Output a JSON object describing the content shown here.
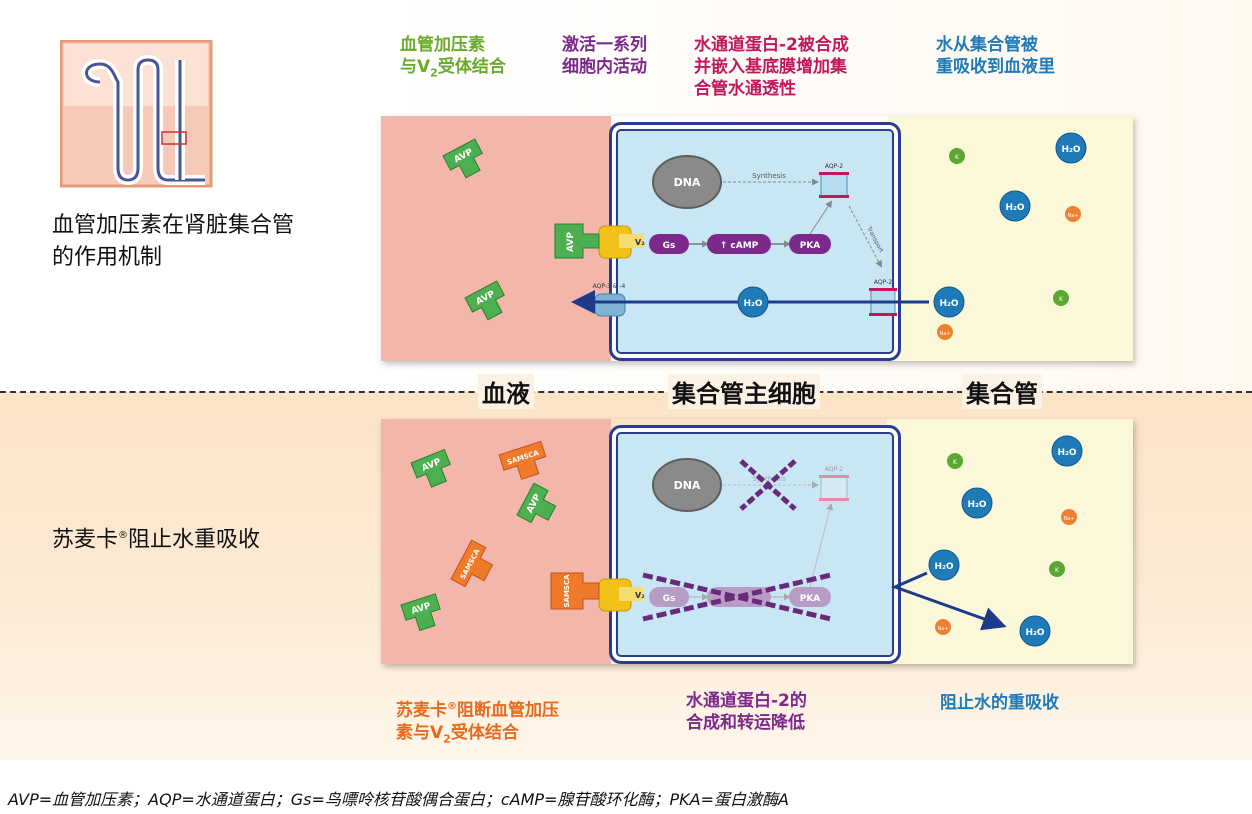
{
  "captions_top": {
    "c1_line1": "血管加压素",
    "c1_line2_pre": "与V",
    "c1_line2_sub": "2",
    "c1_line2_post": "受体结合",
    "c2_line1": "激活一系列",
    "c2_line2": "细胞内活动",
    "c3_line1": "水通道蛋白-2被合成",
    "c3_line2": "并嵌入基底膜增加集",
    "c3_line3": "合管水通透性",
    "c4_line1": "水从集合管被",
    "c4_line2": "重吸收到血液里"
  },
  "left_labels": {
    "top_line1": "血管加压素在肾脏集合管",
    "top_line2": "的作用机制",
    "bottom_pre": "苏麦卡",
    "bottom_reg": "®",
    "bottom_post": "阻止水重吸收"
  },
  "regions": {
    "blood": "血液",
    "cell": "集合管主细胞",
    "duct": "集合管"
  },
  "captions_bottom": {
    "c1_line1_pre": "苏麦卡",
    "c1_line1_reg": "®",
    "c1_line1_post": "阻断血管加压",
    "c1_line2_pre": "素与V",
    "c1_line2_sub": "2",
    "c1_line2_post": "受体结合",
    "c2_line1": "水通道蛋白-2的",
    "c2_line2": "合成和转运降低",
    "c3_line1": "阻止水的重吸收"
  },
  "diagram": {
    "avp": "AVP",
    "samsca": "SAMSCA",
    "v2": "V₂",
    "dna": "DNA",
    "gs": "Gs",
    "camp": "↑ cAMP",
    "pka": "PKA",
    "aqp2": "AQP-2",
    "aqp34": "AQP-3 & -4",
    "synthesis": "Synthesis",
    "transport": "Transport",
    "h2o": "H₂O",
    "na": "Na+",
    "k": "K"
  },
  "colors": {
    "green_caption": "#6aab2a",
    "purple_caption": "#7b2a8c",
    "magenta_caption": "#c2185b",
    "blue_caption": "#1f7bb8",
    "orange_caption": "#e86a1c"
  },
  "footnote": "AVP=血管加压素；AQP=水通道蛋白；Gs=鸟嘌呤核苷酸偶合蛋白；cAMP=腺苷酸环化酶；PKA=蛋白激酶A"
}
